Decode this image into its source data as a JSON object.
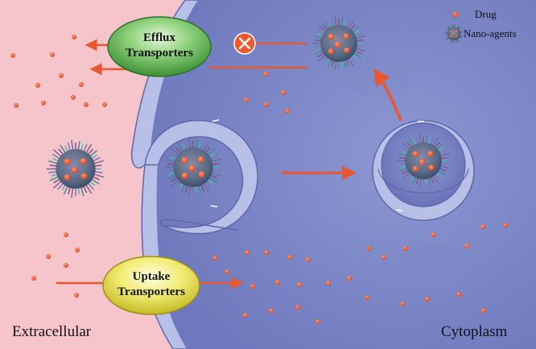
{
  "labels": {
    "efflux_line1": "Efflux",
    "efflux_line2": "Transporters",
    "uptake_line1": "Uptake",
    "uptake_line2": "Transporters",
    "extracellular": "Extracellular",
    "cytoplasm": "Cytoplasm"
  },
  "legend": {
    "drug": "Drug",
    "nano": "Nano-agents"
  },
  "colors": {
    "extracellular_bg": "#f7c6cc",
    "cytoplasm": "#8590cc",
    "membrane": "#b9c1e6",
    "drug": "#e8572f",
    "arrow": "#e8572f",
    "efflux_pill": "#58b24e",
    "uptake_pill": "#e6e04a",
    "block_marker": "#ee5a2b"
  },
  "icons": {
    "block": "cross-icon"
  }
}
